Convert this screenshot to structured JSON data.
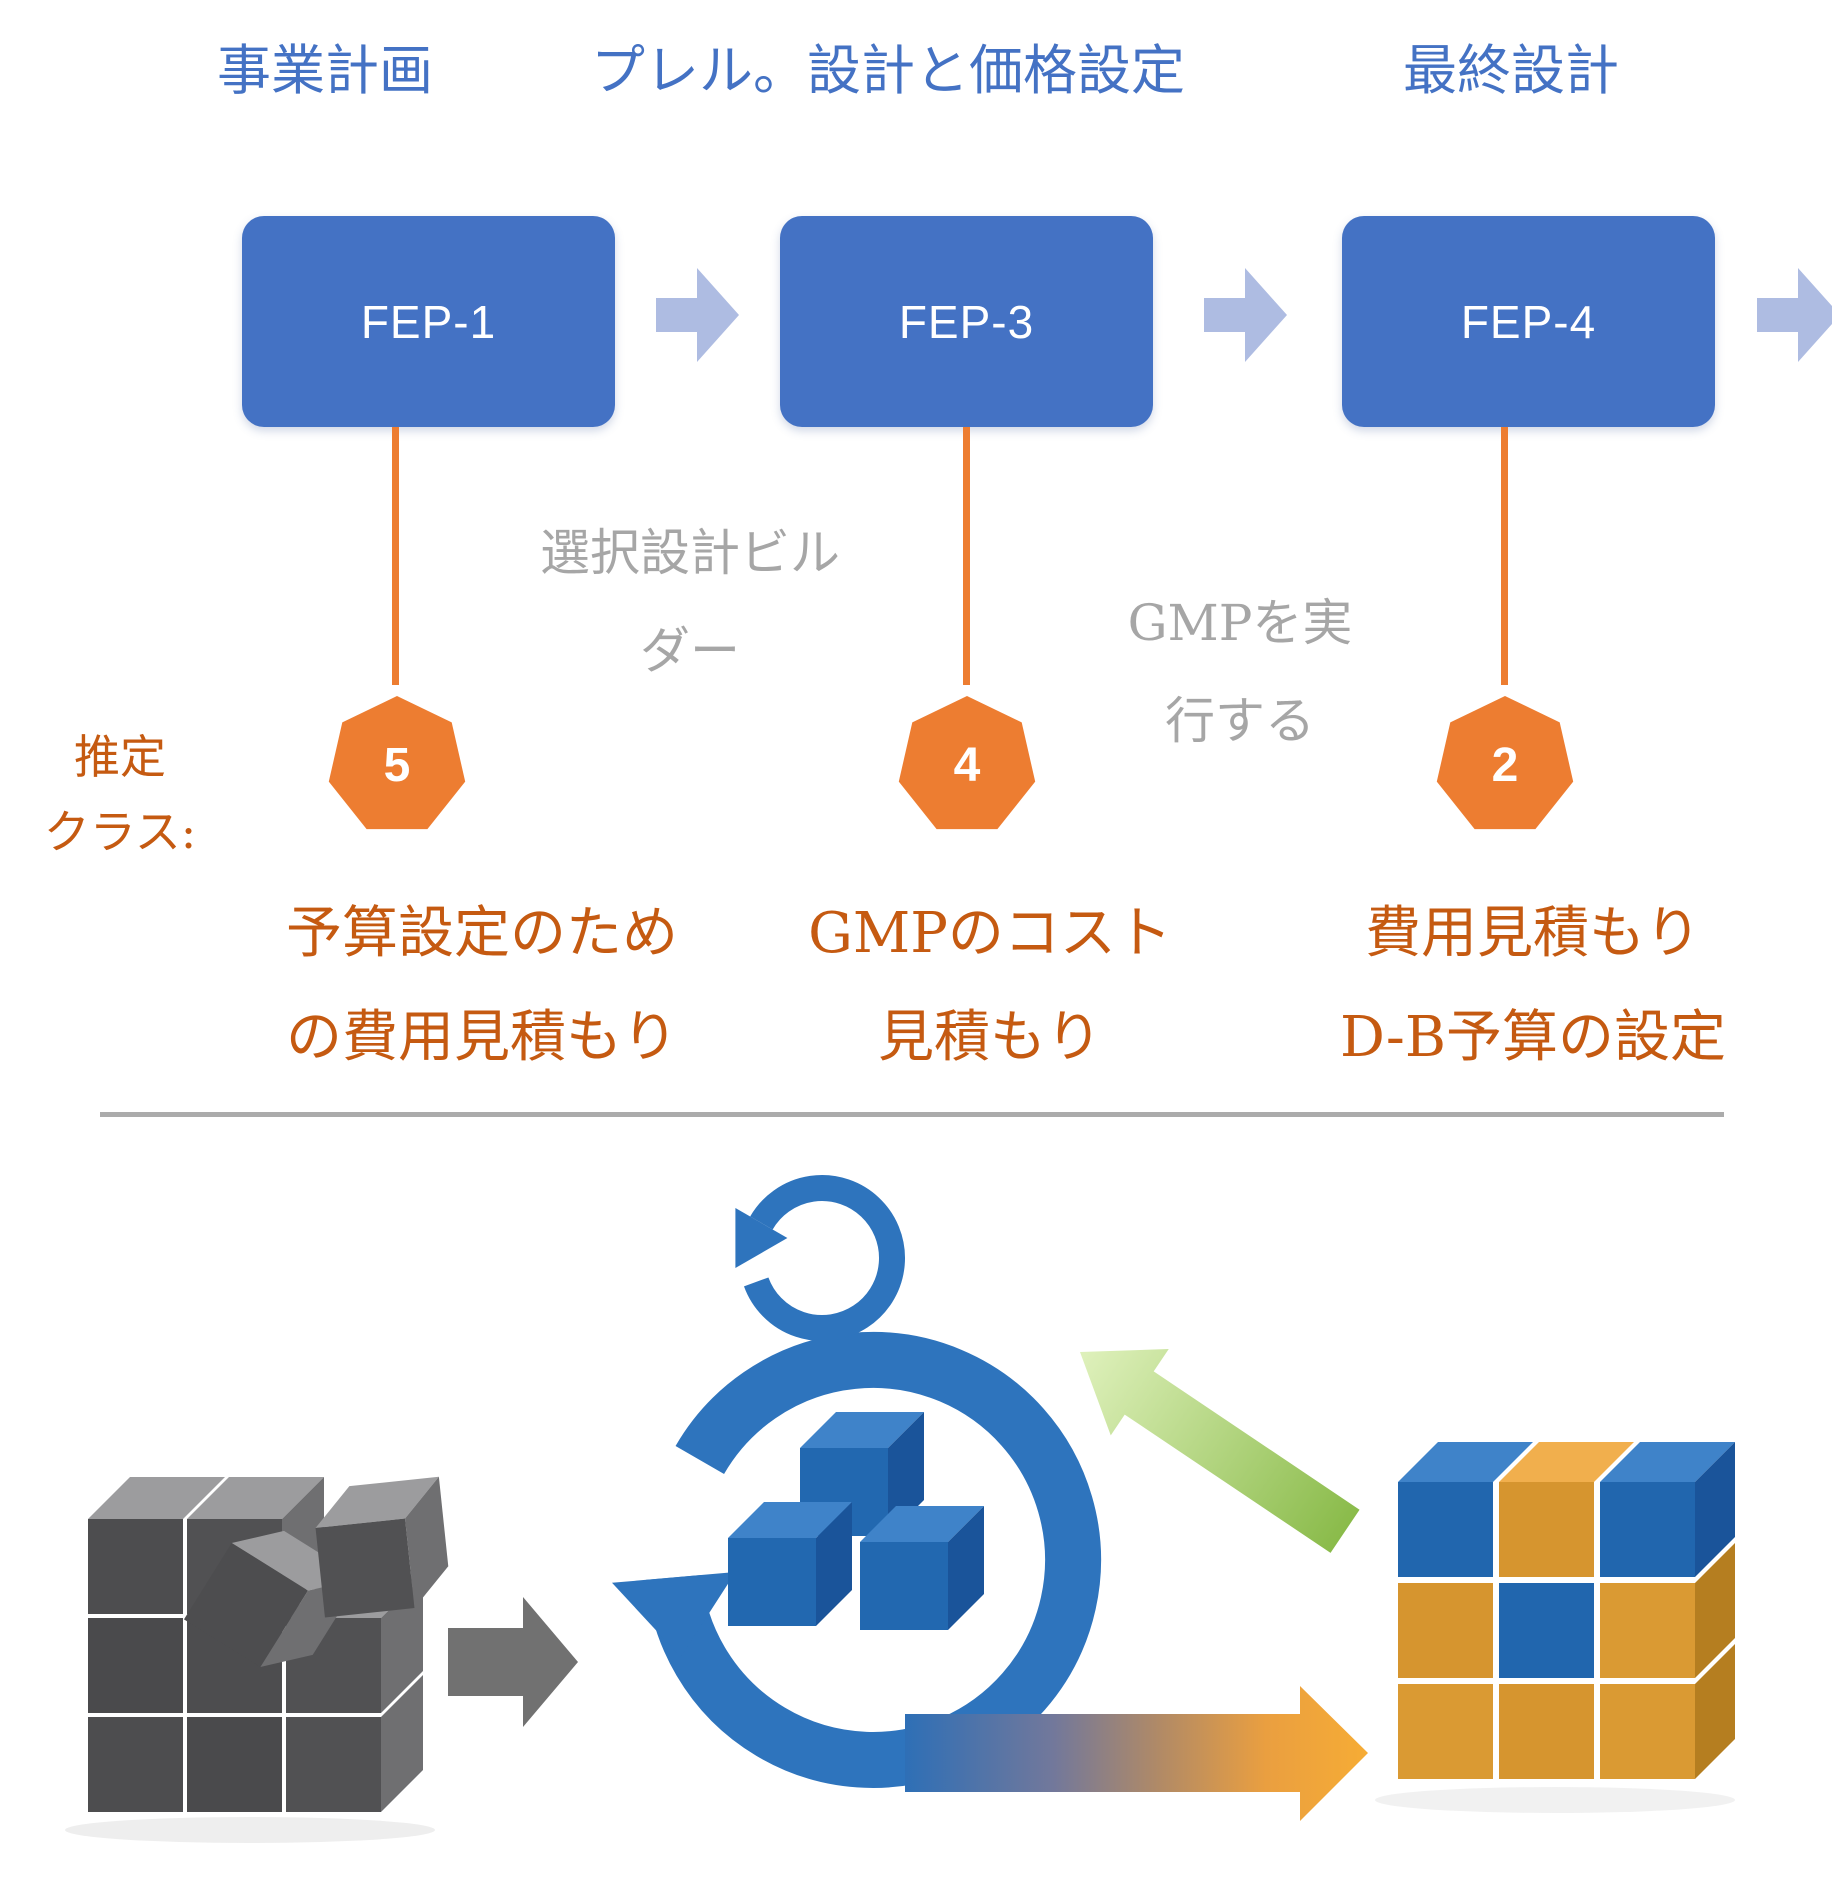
{
  "slide": {
    "phases": [
      "事業計画",
      "プレル。設計と価格設定",
      "最終設計"
    ],
    "flow_boxes": [
      {
        "label": "FEP-1"
      },
      {
        "label": "FEP-3"
      },
      {
        "label": "FEP-4"
      }
    ],
    "transition_notes": [
      {
        "line1": "選択設計ビル",
        "line2": "ダー"
      },
      {
        "line1": "GMPを実",
        "line2": "行する"
      }
    ],
    "estimate_class_label": {
      "line1": "推定",
      "line2": "クラス:"
    },
    "badges": [
      {
        "value": "5"
      },
      {
        "value": "4"
      },
      {
        "value": "2"
      }
    ],
    "descriptions": [
      {
        "line1": "予算設定のため",
        "line2": "の費用見積もり"
      },
      {
        "line1": "GMPのコスト",
        "line2": "見積もり"
      },
      {
        "line1": "費用見積もり",
        "line2": "D-B予算の設定"
      }
    ],
    "colors": {
      "box_blue": "#4472C4",
      "flow_arrow_blue": "#AEBCE2",
      "badge_orange": "#ED7D31",
      "desc_text_orange": "#C55A11",
      "note_gray": "#A6A6A6",
      "divider_gray": "#ABABAB",
      "loop_blue": "#2E74BD",
      "gray_cube": "#4D4D4F",
      "orange_cube": "#D6952F",
      "green_arrow": "#8ABB4A"
    },
    "icons": {
      "left": "disassembled-gray-cube-icon",
      "gray_arrow": "gray-right-arrow-icon",
      "loop": "blue-iteration-loop-icon",
      "modules": "blue-module-cubes-icon",
      "green": "green-feedback-arrow-icon",
      "orange_arrow": "blue-to-orange-delivery-arrow-icon",
      "right": "assembled-orange-blue-cube-icon"
    }
  }
}
